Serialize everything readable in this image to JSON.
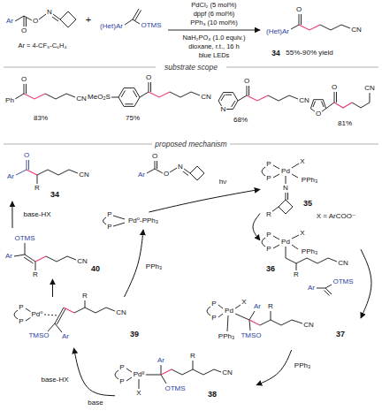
{
  "diagram": {
    "nodes": [
      {
        "text": [
          "34"
        ]
      },
      {
        "text": [
          "Pd⁰-PPh₃"
        ]
      },
      {
        "text": [
          "35"
        ]
      },
      {
        "text": [
          "36"
        ]
      },
      {
        "text": [
          "37"
        ]
      },
      {
        "text": [
          "38"
        ]
      },
      {
        "text": [
          "39"
        ]
      },
      {
        "text": [
          "40"
        ]
      }
    ],
    "edges": [
      {
        "from": 7,
        "to": 0,
        "arrow": "to",
        "label": "base-HX"
      },
      {
        "from": 1,
        "to": 2,
        "arrow": "to",
        "label": "hν"
      },
      {
        "from": 2,
        "to": 3,
        "arrow": "to"
      },
      {
        "from": 3,
        "to": 4,
        "arrow": "to"
      },
      {
        "from": 4,
        "to": 5,
        "arrow": "to",
        "label": "PPh₃"
      },
      {
        "from": 5,
        "to": 6,
        "arrow": "to",
        "label": "base"
      },
      {
        "from": 6,
        "to": 7,
        "arrow": "to"
      },
      {
        "from": 6,
        "to": 1,
        "arrow": "to",
        "label": "PPh₃"
      }
    ],
    "labels": [
      "Ar",
      "O",
      "O",
      "N",
      "Ar = 4-CF₃-C₆H₄",
      "+",
      "(Het)Ar",
      "OTMS",
      "PdCl₂ (5 mol%)",
      "dppf (6 mol%)",
      "PPh₃ (10 mol%)",
      "NaH₂PO₄ (1.0 equiv.)",
      "dioxane, r.t., 16 h",
      "blue LEDs",
      "(Het)Ar",
      "O",
      "CN",
      "34",
      "55%-90% yield",
      "substrate scope",
      "Ph",
      "O",
      "CN",
      "83%",
      "MeO₂S",
      "O",
      "CN",
      "75%",
      "N",
      "O",
      "CN",
      "68%",
      "O",
      "O",
      "CN",
      "81%",
      "proposed mechanism",
      "Ar",
      "O",
      "R",
      "CN",
      "Ar",
      "O",
      "O",
      "N",
      "X = ArCOO⁻",
      "P",
      "P",
      "Pd",
      "X",
      "PPh₃",
      "N",
      "R",
      "P",
      "P",
      "Pd",
      "X",
      "PPh₃",
      "R",
      "CN",
      "Ar",
      "OTMS",
      "P",
      "P",
      "Pd",
      "X",
      "PPh₃",
      "Ar",
      "TMSO",
      "R",
      "CN",
      "P",
      "P",
      "Pdᴵᴵ",
      "X",
      "Ar",
      "OTMS",
      "R",
      "CN",
      "base-HX",
      "P",
      "P",
      "Pd⁰",
      "TMSO",
      "Ar",
      "R",
      "CN",
      "Ar",
      "OTMS",
      "R",
      "CN",
      "P",
      "P"
    ]
  }
}
